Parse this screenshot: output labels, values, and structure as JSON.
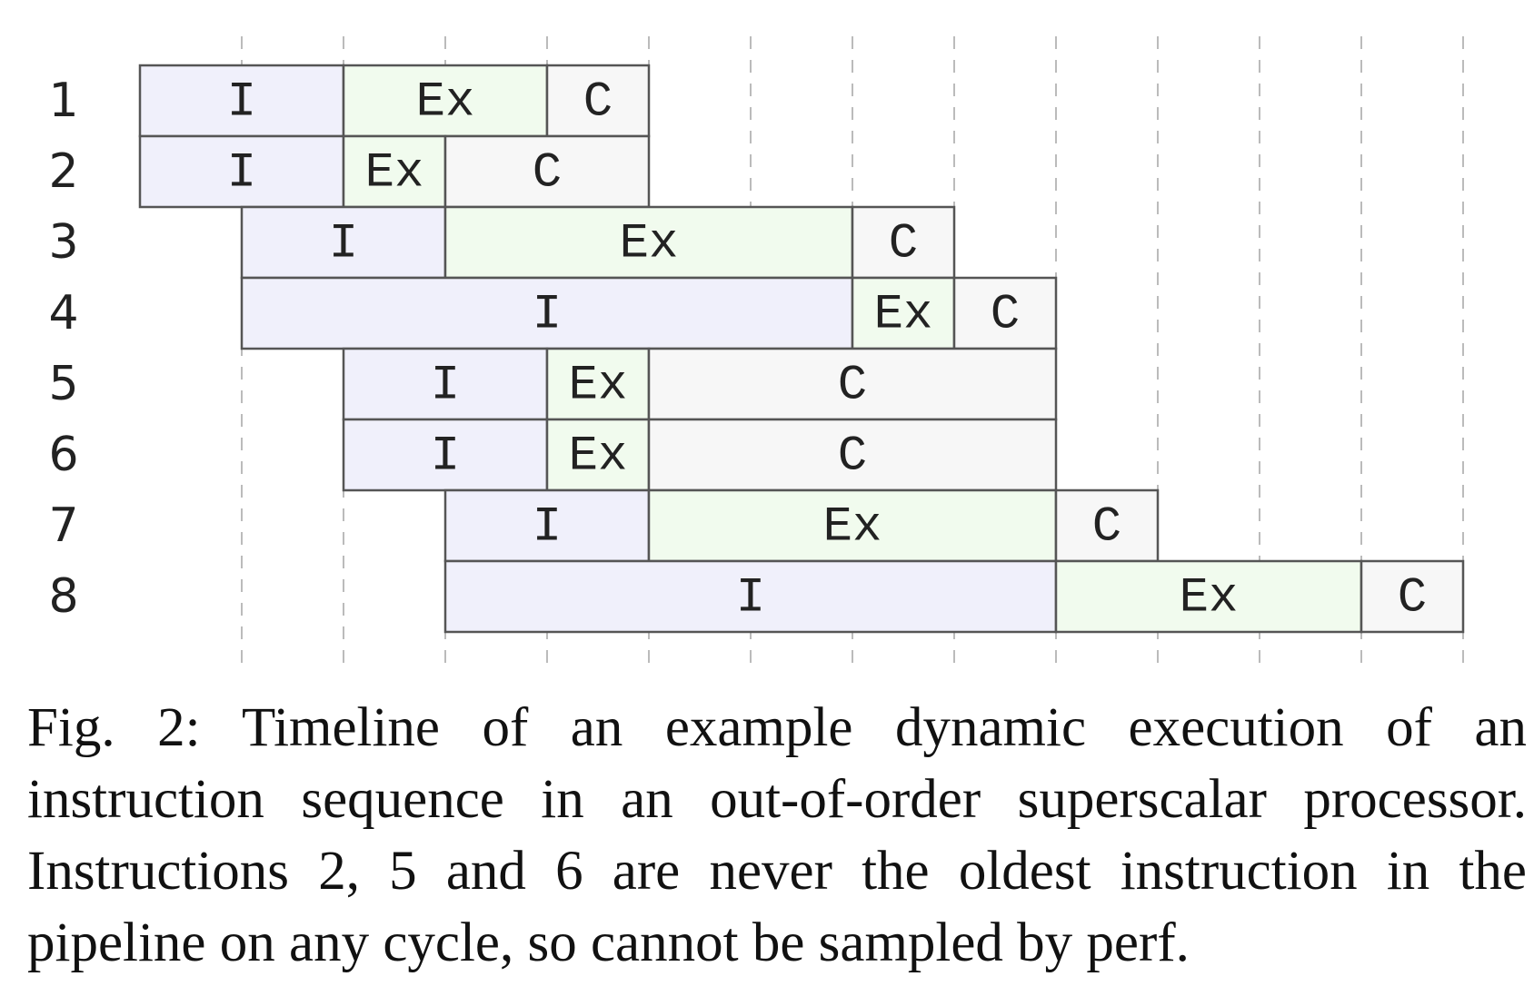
{
  "timeline": {
    "stage_styles": {
      "I": {
        "fill": "#f0f0fb",
        "text": "I"
      },
      "Ex": {
        "fill": "#f1fbee",
        "text": "Ex"
      },
      "C": {
        "fill": "#f7f7f7",
        "text": "C"
      }
    },
    "border_color": "#555555",
    "gridline_color": "#bbbbbb",
    "total_cycles": 13,
    "instructions": [
      {
        "label": "1",
        "stages": [
          {
            "s": "I",
            "start": 0,
            "end": 2
          },
          {
            "s": "Ex",
            "start": 2,
            "end": 4
          },
          {
            "s": "C",
            "start": 4,
            "end": 5
          }
        ]
      },
      {
        "label": "2",
        "stages": [
          {
            "s": "I",
            "start": 0,
            "end": 2
          },
          {
            "s": "Ex",
            "start": 2,
            "end": 3
          },
          {
            "s": "C",
            "start": 3,
            "end": 5
          }
        ]
      },
      {
        "label": "3",
        "stages": [
          {
            "s": "I",
            "start": 1,
            "end": 3
          },
          {
            "s": "Ex",
            "start": 3,
            "end": 7
          },
          {
            "s": "C",
            "start": 7,
            "end": 8
          }
        ]
      },
      {
        "label": "4",
        "stages": [
          {
            "s": "I",
            "start": 1,
            "end": 7
          },
          {
            "s": "Ex",
            "start": 7,
            "end": 8
          },
          {
            "s": "C",
            "start": 8,
            "end": 9
          }
        ]
      },
      {
        "label": "5",
        "stages": [
          {
            "s": "I",
            "start": 2,
            "end": 4
          },
          {
            "s": "Ex",
            "start": 4,
            "end": 5
          },
          {
            "s": "C",
            "start": 5,
            "end": 9
          }
        ]
      },
      {
        "label": "6",
        "stages": [
          {
            "s": "I",
            "start": 2,
            "end": 4
          },
          {
            "s": "Ex",
            "start": 4,
            "end": 5
          },
          {
            "s": "C",
            "start": 5,
            "end": 9
          }
        ]
      },
      {
        "label": "7",
        "stages": [
          {
            "s": "I",
            "start": 3,
            "end": 5
          },
          {
            "s": "Ex",
            "start": 5,
            "end": 9
          },
          {
            "s": "C",
            "start": 9,
            "end": 10
          }
        ]
      },
      {
        "label": "8",
        "stages": [
          {
            "s": "I",
            "start": 3,
            "end": 9
          },
          {
            "s": "Ex",
            "start": 9,
            "end": 12
          },
          {
            "s": "C",
            "start": 12,
            "end": 13
          }
        ]
      }
    ]
  },
  "caption": {
    "lines": [
      "Fig. 2: Timeline of an example dynamic execution of an",
      "instruction sequence in an out-of-order superscalar processor.",
      "Instructions 2, 5 and 6 are never the oldest instruction in the",
      "pipeline on any cycle, so cannot be sampled by perf."
    ]
  }
}
